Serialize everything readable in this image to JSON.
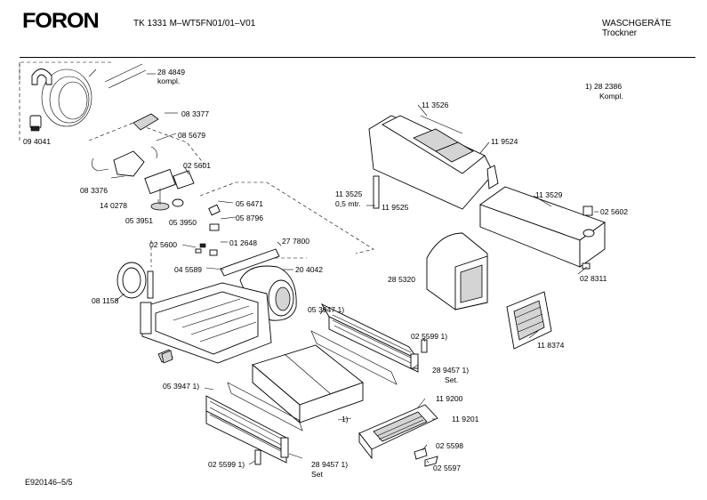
{
  "header": {
    "brand": "FORON",
    "model": "TK 1331 M–WT5FN01/01–V01",
    "category": "WASCHGERÄTE",
    "subcategory": "Trockner"
  },
  "footer": {
    "code": "E920146–5/5"
  },
  "notes": {
    "ref": "1)  28 2386",
    "ref_sub": "Kompl."
  },
  "labels": {
    "p284849": "28 4849",
    "kompl": "kompl.",
    "p094041": "09 4041",
    "p083377": "08 3377",
    "p085679": "08 5679",
    "p025601": "02 5601",
    "p083376": "08 3376",
    "p140278": "14 0278",
    "p053951": "05 3951",
    "p053950": "05 3950",
    "p056471": "05 6471",
    "p058796": "05 8796",
    "p025600": "02 5600",
    "p012648": "01 2648",
    "p277800": "27 7800",
    "p045589": "04 5589",
    "p204042": "20 4042",
    "p081158": "08 1158",
    "p113526": "11 3526",
    "p119524": "11 9524",
    "p113525": "11 3525",
    "p05mtr": "0,5 mtr.",
    "p119525": "11 9525",
    "p113529": "11 3529",
    "p025602": "02 5602",
    "p285320": "28 5320",
    "p028311": "02 8311",
    "p118374": "11 8374",
    "p053947a": "05 3947 1)",
    "p025599a": "02 5599 1)",
    "p289457a": "28 9457 1)",
    "set_a": "Set.",
    "p053947b": "05 3947 1)",
    "p119200": "11 9200",
    "p119201": "11 9201",
    "one": "1)",
    "p025598": "02 5598",
    "p025597": "02 5597",
    "p025599b": "02 5599 1)",
    "p289457b": "28 9457 1)",
    "set_b": "Set"
  }
}
